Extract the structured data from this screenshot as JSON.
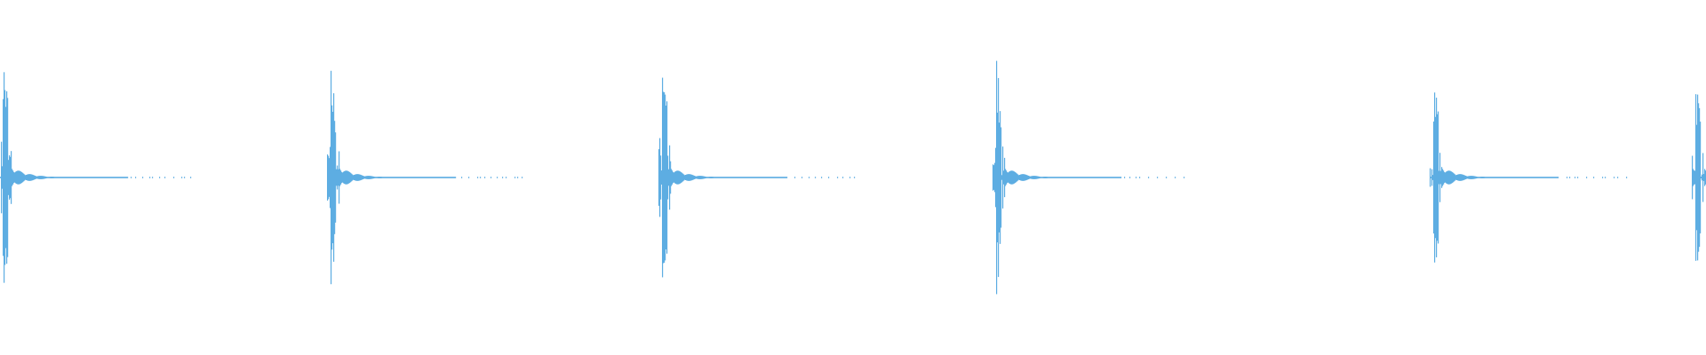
{
  "waveform": {
    "color": "#5dade2",
    "background": "#ffffff",
    "transients": [
      {
        "position": 0.0016,
        "amplitude": 0.73
      },
      {
        "position": 0.194,
        "amplitude": 0.63
      },
      {
        "position": 0.388,
        "amplitude": 0.8
      },
      {
        "position": 0.584,
        "amplitude": 0.7
      },
      {
        "position": 0.84,
        "amplitude": 0.63
      },
      {
        "position": 0.994,
        "amplitude": 0.6
      }
    ]
  }
}
